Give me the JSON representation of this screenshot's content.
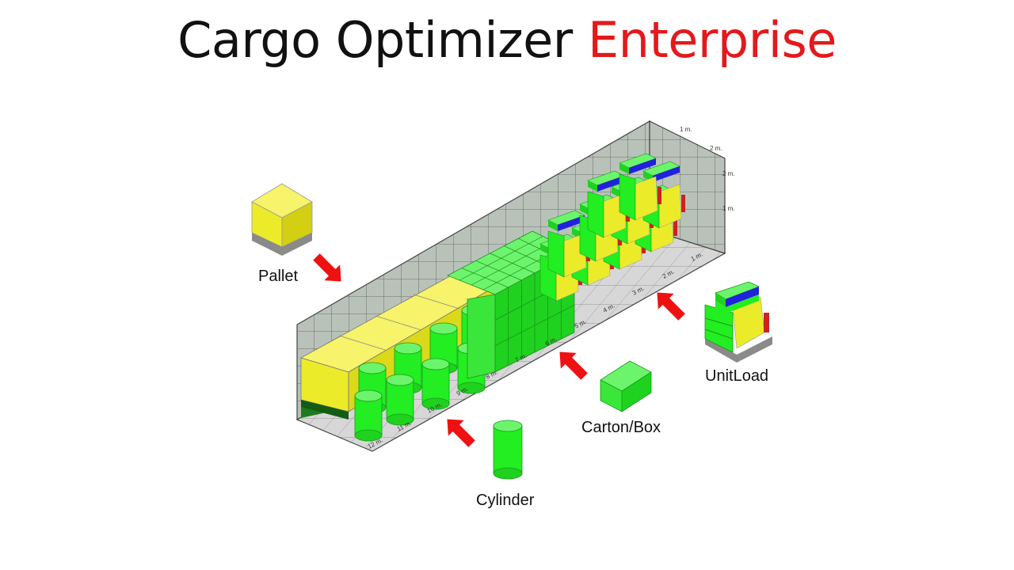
{
  "title": {
    "main": "Cargo Optimizer",
    "accent": "Enterprise"
  },
  "colors": {
    "accent": "#e3191c",
    "pallet_yellow": "#f2ee1c",
    "cargo_green": "#22ee22",
    "unitload_blue": "#2222dd",
    "arrow_red": "#ee1111",
    "grid_gray": "#9a9a9a"
  },
  "legend": {
    "pallet": "Pallet",
    "cylinder": "Cylinder",
    "carton": "Carton/Box",
    "unitload": "UnitLoad"
  },
  "floor_ticks": [
    "1 m.",
    "2 m.",
    "3 m.",
    "4 m.",
    "5 m.",
    "6 m.",
    "7 m.",
    "8 m.",
    "9 m.",
    "10 m.",
    "11 m.",
    "12 m."
  ],
  "side_ticks": [
    "1 m.",
    "2 m.",
    "2 m.",
    "1 m."
  ]
}
